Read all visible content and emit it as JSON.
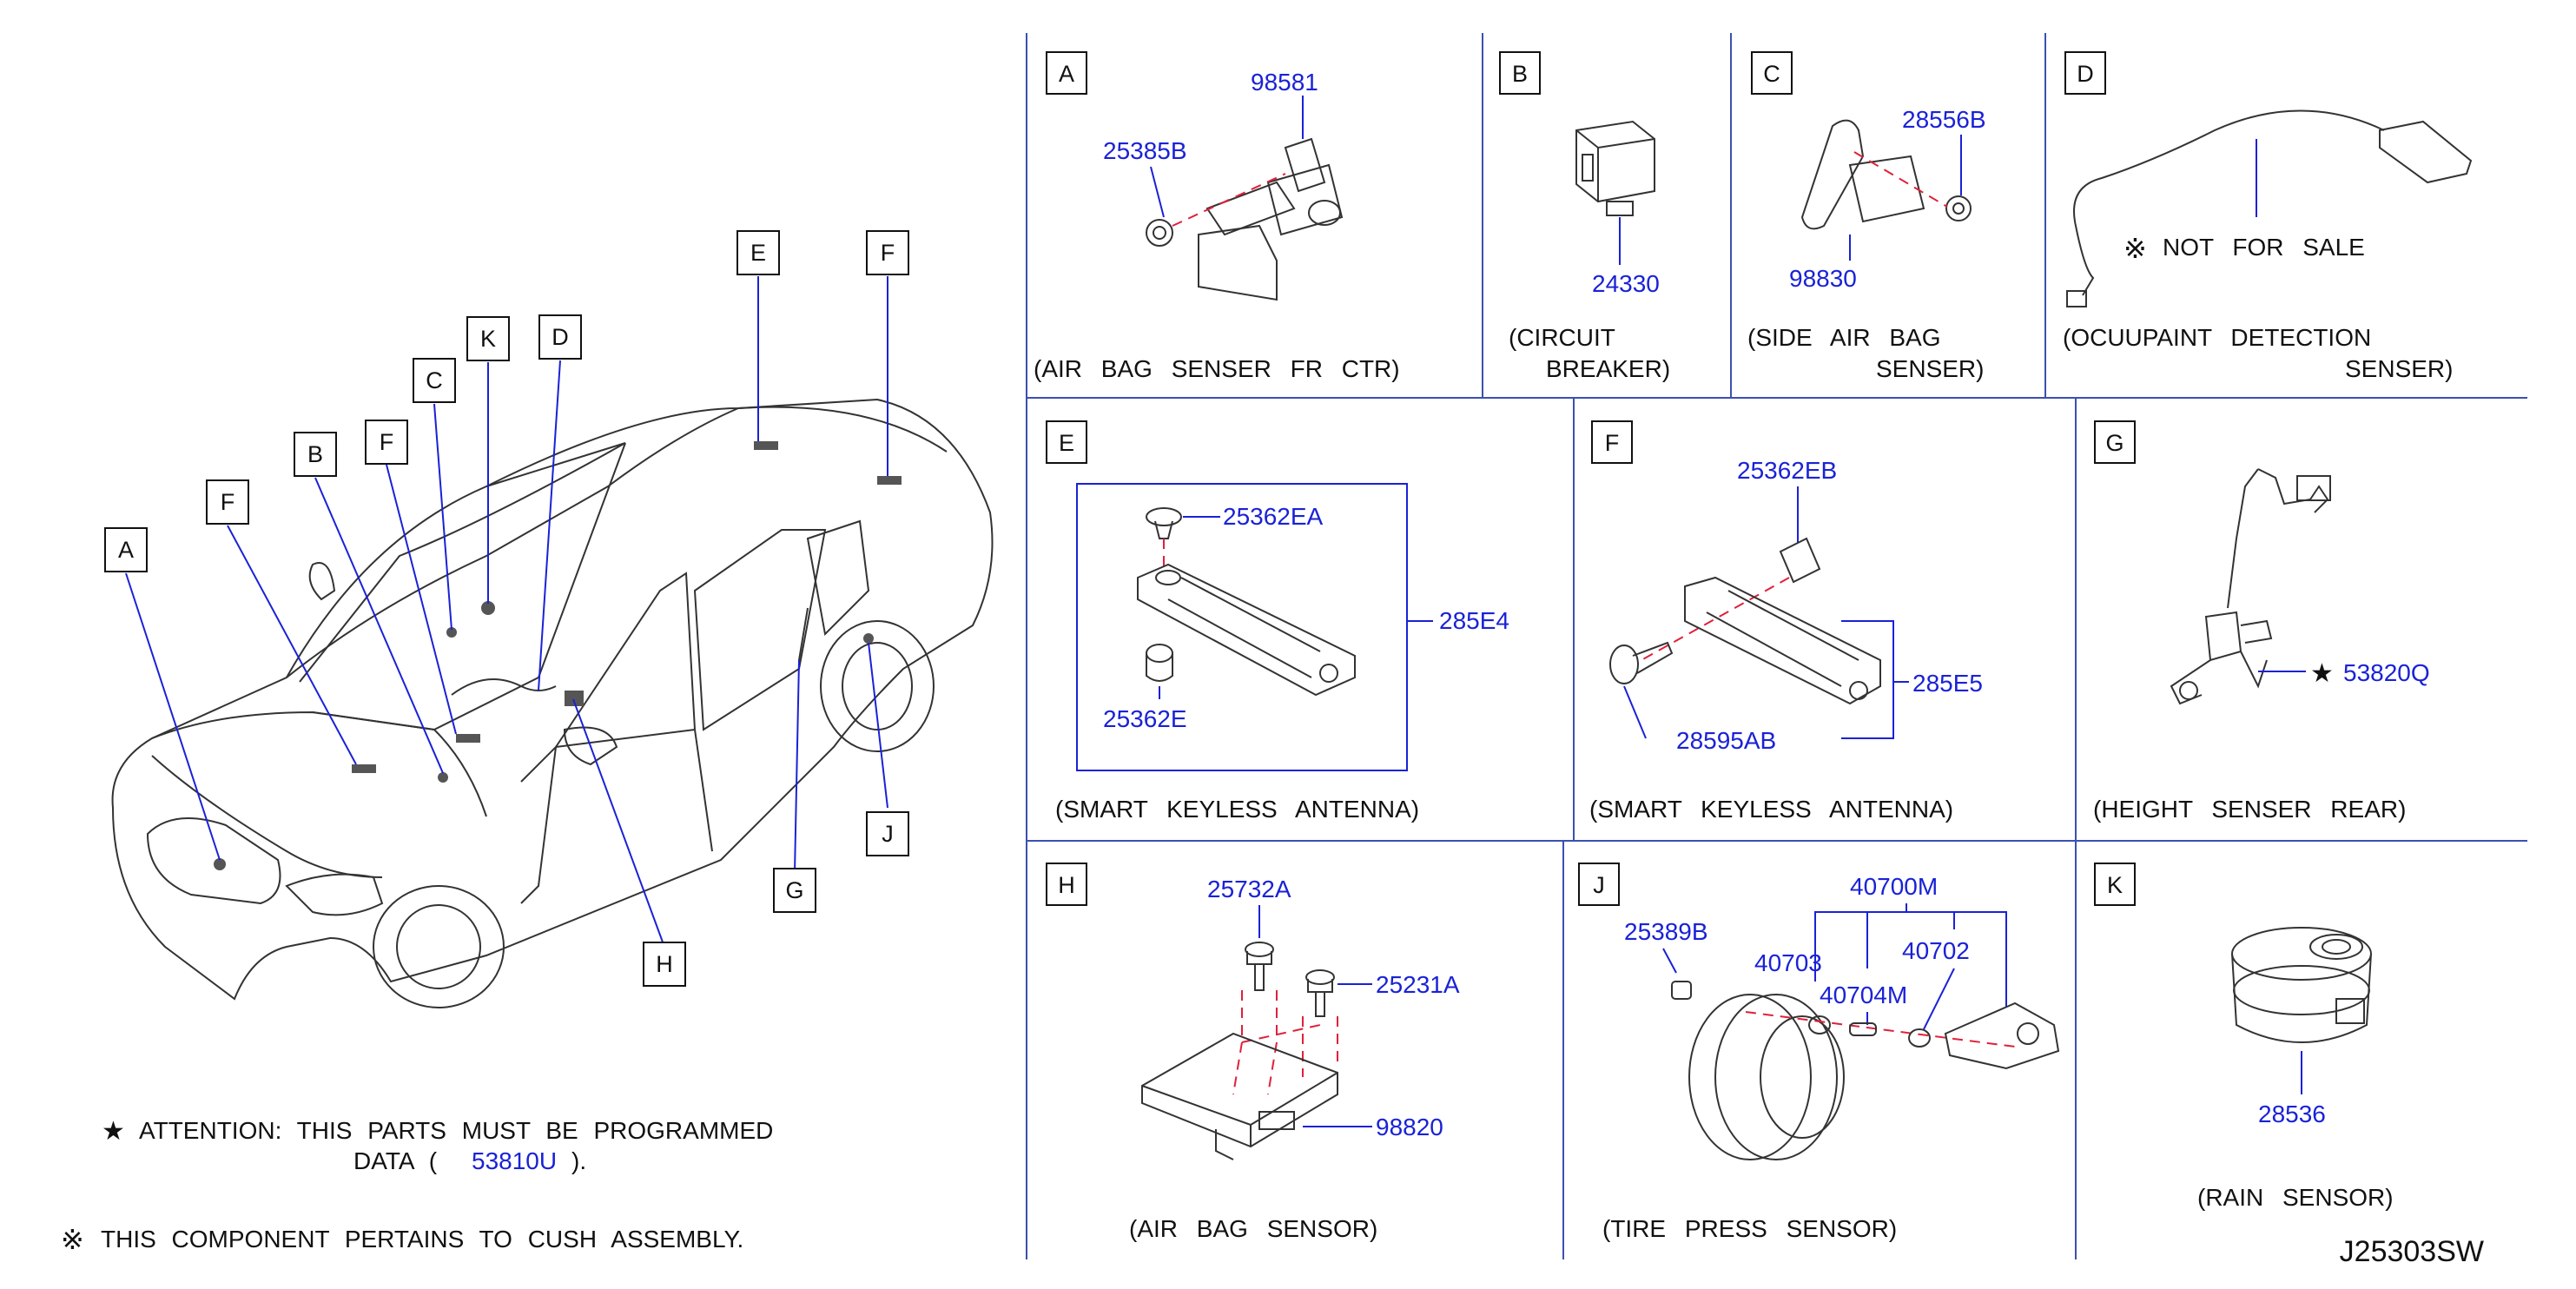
{
  "panels": {
    "A": {
      "letter": "A",
      "parts": [
        "98581",
        "25385B"
      ],
      "caption": "(AIR  BAG  SENSER  FR  CTR)"
    },
    "B": {
      "letter": "B",
      "parts": [
        "24330"
      ],
      "caption": [
        "(CIRCUIT",
        "BREAKER)"
      ]
    },
    "C": {
      "letter": "C",
      "parts": [
        "28556B",
        "98830"
      ],
      "caption": [
        "(SIDE  AIR  BAG",
        "SENSER)"
      ]
    },
    "D": {
      "letter": "D",
      "note": "NOT  FOR  SALE",
      "caption": [
        "(OCUUPAINT  DETECTION",
        "SENSER)"
      ]
    },
    "E": {
      "letter": "E",
      "parts": [
        "25362EA",
        "285E4",
        "25362E"
      ],
      "caption": "(SMART  KEYLESS  ANTENNA)"
    },
    "F": {
      "letter": "F",
      "parts": [
        "25362EB",
        "285E5",
        "28595AB"
      ],
      "caption": "(SMART  KEYLESS  ANTENNA)"
    },
    "G": {
      "letter": "G",
      "parts": [
        "53820Q"
      ],
      "caption": "(HEIGHT  SENSER  REAR)"
    },
    "H": {
      "letter": "H",
      "parts": [
        "25732A",
        "25231A",
        "98820"
      ],
      "caption": "(AIR  BAG  SENSOR)"
    },
    "J": {
      "letter": "J",
      "parts": [
        "40700M",
        "25389B",
        "40703",
        "40702",
        "40704M"
      ],
      "caption": "(TIRE  PRESS  SENSOR)"
    },
    "K": {
      "letter": "K",
      "parts": [
        "28536"
      ],
      "caption": "(RAIN  SENSOR)"
    }
  },
  "car_callouts": [
    "A",
    "F",
    "B",
    "F",
    "C",
    "K",
    "D",
    "E",
    "F",
    "H",
    "G",
    "J"
  ],
  "notes": {
    "attention_line1": "ATTENTION:  THIS  PARTS  MUST  BE  PROGRAMMED",
    "attention_line2_pre": "DATA  (",
    "attention_part": "53810U",
    "attention_line2_post": ").",
    "cush_note": "THIS  COMPONENT  PERTAINS  TO  CUSH  ASSEMBLY."
  },
  "diagram_code": "J25303SW",
  "colors": {
    "part_label": "#1a22d6",
    "divider": "#3b50b0",
    "dashed_line": "#e0203a"
  },
  "icons": {
    "star": "star-icon",
    "asterisk": "reference-mark-icon"
  }
}
